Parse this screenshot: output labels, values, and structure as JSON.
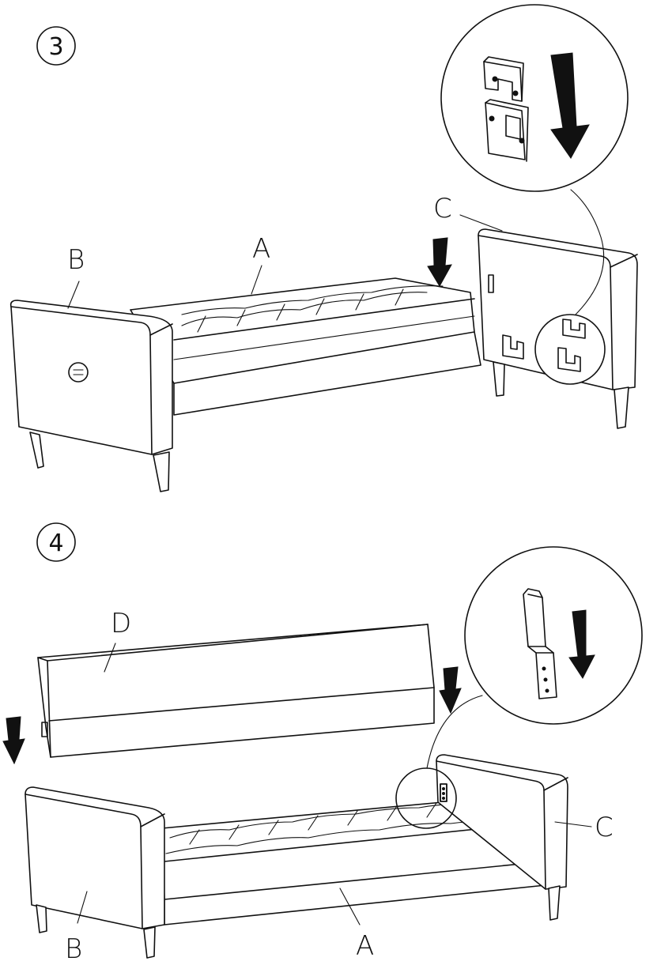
{
  "steps": [
    {
      "number": "3",
      "labels": {
        "armrest_left": "B",
        "seat": "A",
        "armrest_right": "C"
      }
    },
    {
      "number": "4",
      "labels": {
        "backrest": "D",
        "armrest_left": "B",
        "seat": "A",
        "armrest_right": "C"
      }
    }
  ]
}
